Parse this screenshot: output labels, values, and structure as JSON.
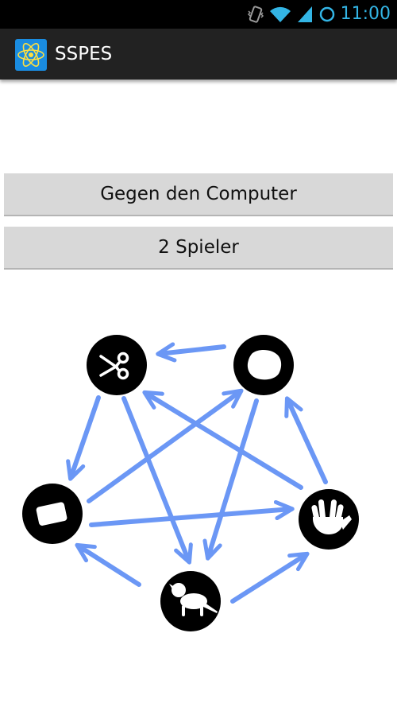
{
  "status_bar": {
    "time": "11:00",
    "icons": [
      "vibrate-icon",
      "wifi-icon",
      "signal-icon",
      "sync-icon"
    ],
    "clock_color": "#33b5e5"
  },
  "action_bar": {
    "title": "SSPES",
    "icon": "atom-icon"
  },
  "buttons": {
    "computer": "Gegen den Computer",
    "two_player": "2 Spieler"
  },
  "diagram": {
    "arrow_color": "#6b97f5",
    "nodes": [
      {
        "id": "scissors",
        "icon": "scissors-icon"
      },
      {
        "id": "rock",
        "icon": "rock-icon"
      },
      {
        "id": "paper",
        "icon": "paper-icon"
      },
      {
        "id": "spock",
        "icon": "spock-hand-icon"
      },
      {
        "id": "lizard",
        "icon": "lizard-icon"
      }
    ],
    "arrows": [
      [
        "rock",
        "scissors"
      ],
      [
        "scissors",
        "paper"
      ],
      [
        "scissors",
        "lizard"
      ],
      [
        "rock",
        "lizard"
      ],
      [
        "paper",
        "rock"
      ],
      [
        "paper",
        "spock"
      ],
      [
        "spock",
        "scissors"
      ],
      [
        "spock",
        "rock"
      ],
      [
        "lizard",
        "paper"
      ],
      [
        "lizard",
        "spock"
      ]
    ]
  }
}
